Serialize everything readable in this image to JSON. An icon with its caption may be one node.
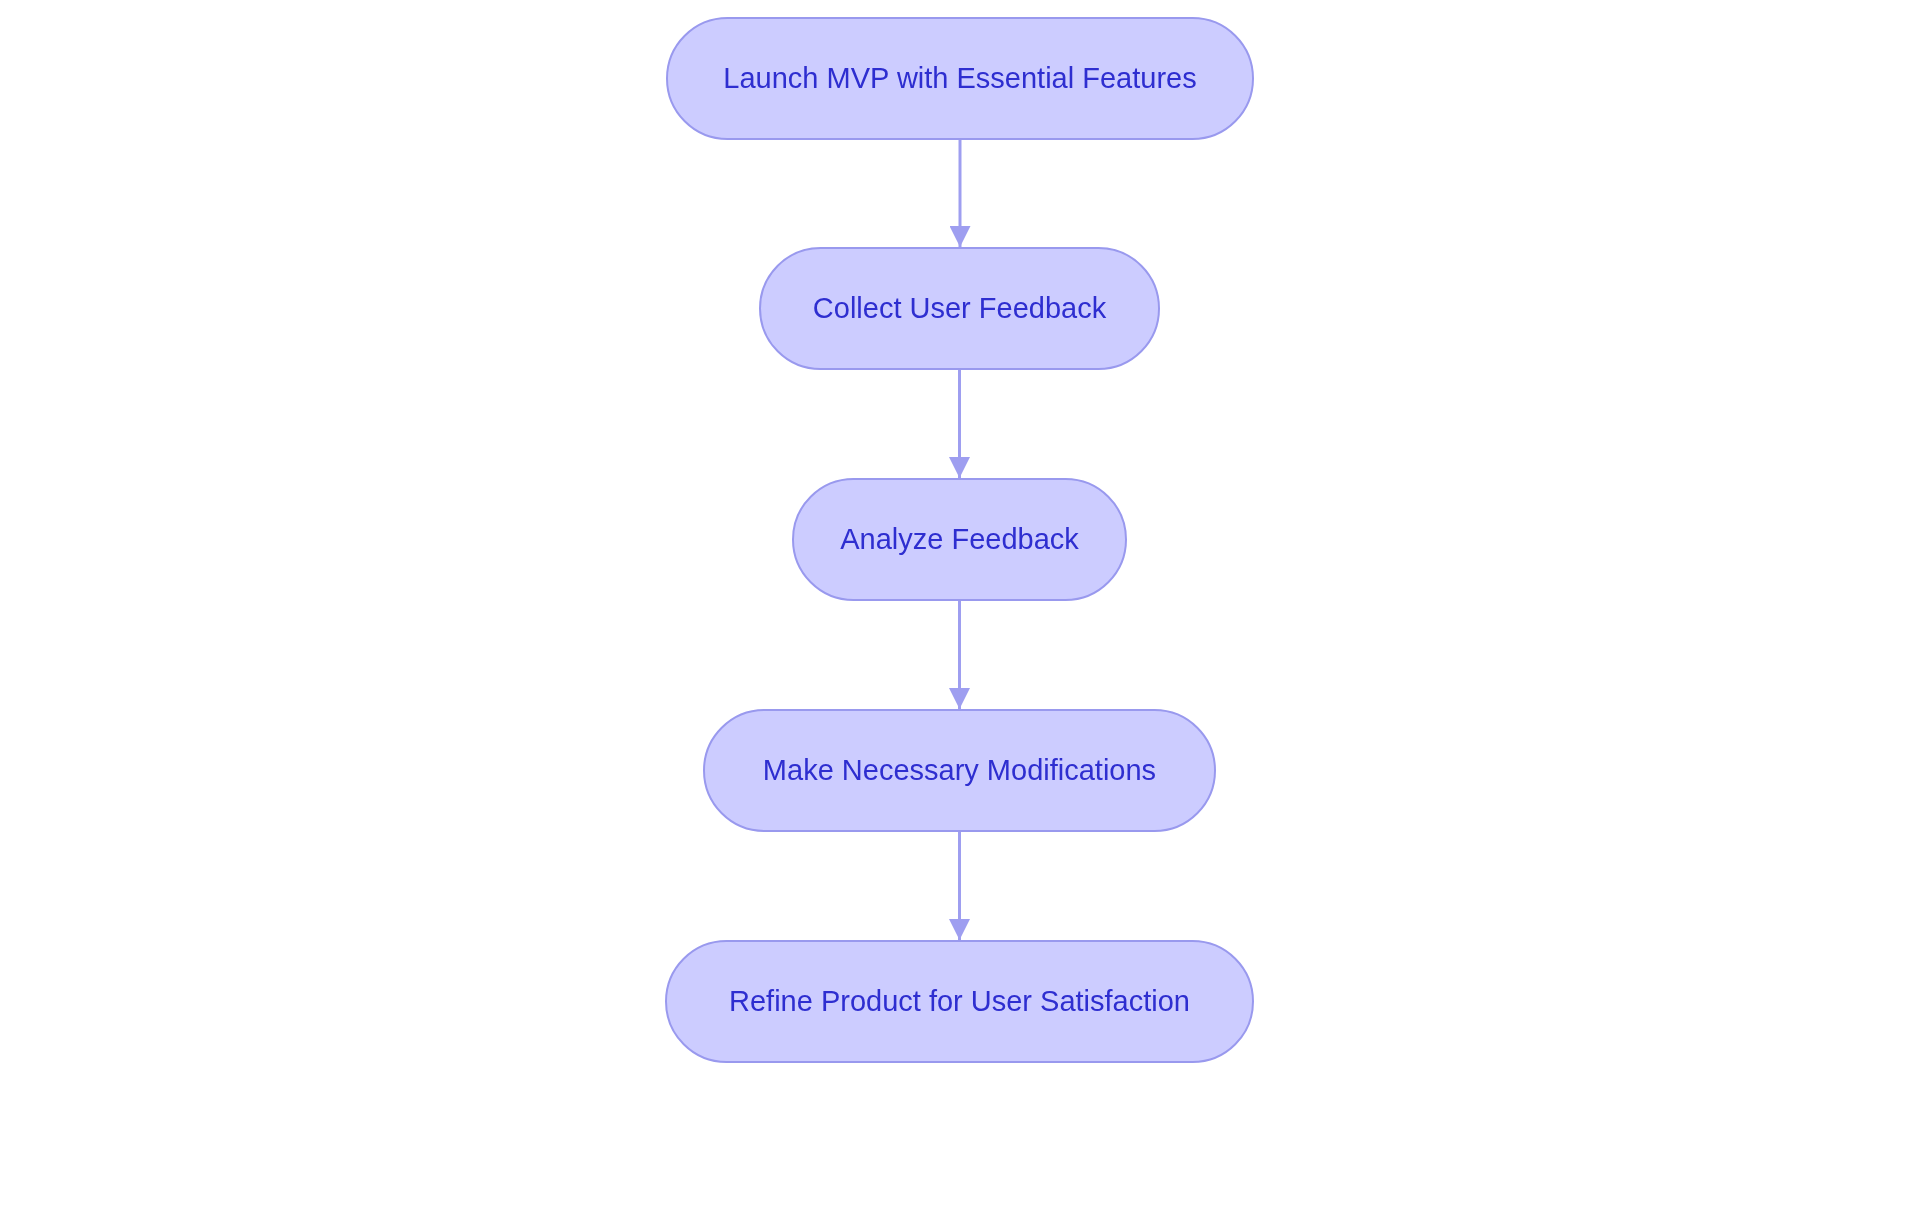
{
  "diagram": {
    "nodes": [
      {
        "text": [
          "Launch MVP with Essential Features"
        ]
      },
      {
        "text": [
          "Collect User Feedback"
        ]
      },
      {
        "text": [
          "Analyze Feedback"
        ]
      },
      {
        "text": [
          "Make Necessary Modifications"
        ]
      },
      {
        "text": [
          "Refine Product for User Satisfaction"
        ]
      }
    ],
    "edges": [
      {
        "from": 0,
        "to": 1,
        "arrow": "to"
      },
      {
        "from": 1,
        "to": 2,
        "arrow": "to"
      },
      {
        "from": 2,
        "to": 3,
        "arrow": "to"
      },
      {
        "from": 3,
        "to": 4,
        "arrow": "to"
      }
    ]
  }
}
